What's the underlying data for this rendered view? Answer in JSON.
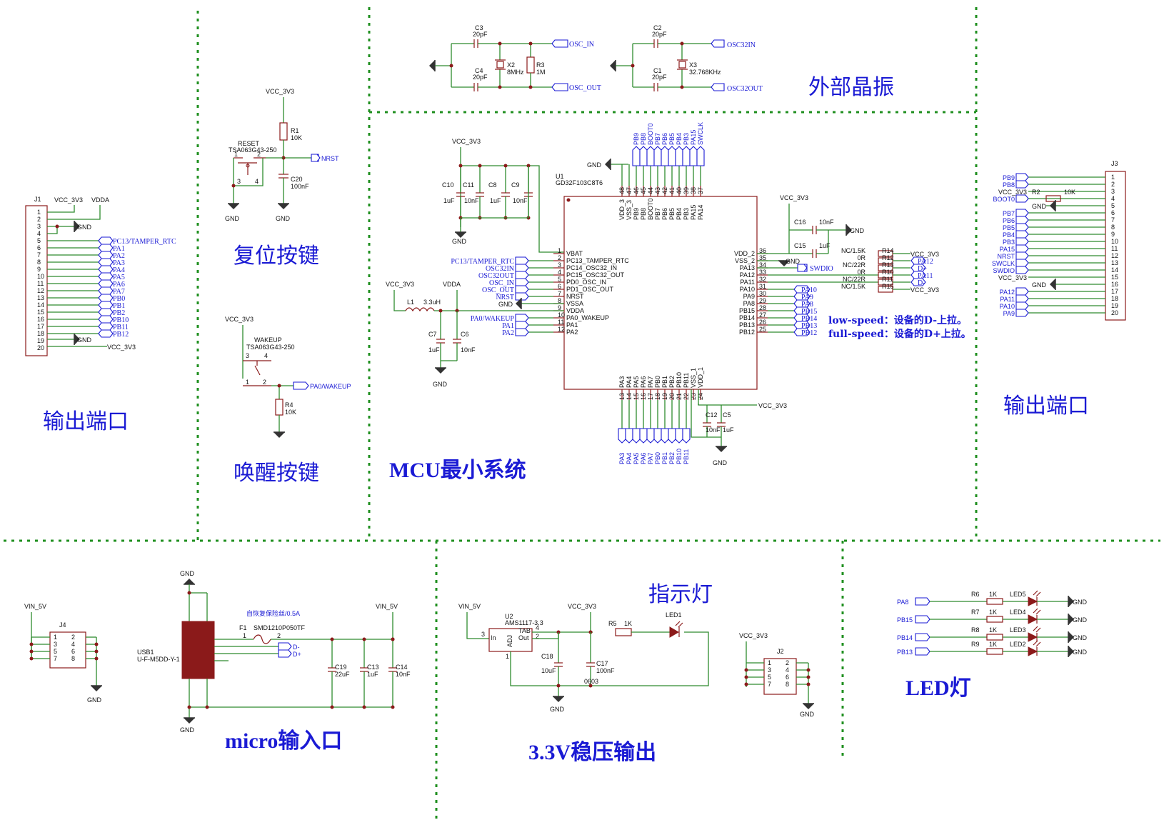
{
  "sections": {
    "out_left": "输出端口",
    "reset": "复位按键",
    "wake": "唤醒按键",
    "mcu": "MCU最小系统",
    "xtal": "外部晶振",
    "out_right": "输出端口",
    "micro": "micro输入口",
    "reg": "3.3V稳压输出",
    "indicator": "指示灯",
    "led": "LED灯"
  },
  "j1": {
    "ref": "J1",
    "vcc": "VCC_3V3",
    "vdda": "VDDA",
    "gnd1": "GND",
    "gnd2": "GND",
    "vcc20": "VCC_3V3",
    "pins": [
      "1",
      "2",
      "3",
      "4",
      "5",
      "6",
      "7",
      "8",
      "9",
      "10",
      "11",
      "12",
      "13",
      "14",
      "15",
      "16",
      "17",
      "18",
      "19",
      "20"
    ],
    "nets": [
      "PC13/TAMPER_RTC",
      "PA1",
      "PA2",
      "PA3",
      "PA4",
      "PA5",
      "PA6",
      "PA7",
      "PB0",
      "PB1",
      "PB2",
      "PB10",
      "PB11",
      "PB12"
    ]
  },
  "reset": {
    "vcc": "VCC_3V3",
    "r1": "R1",
    "r1v": "10K",
    "sw": "RESET",
    "swpart": "TSA063G43-250",
    "p1": "1",
    "p2": "2",
    "p3": "3",
    "p4": "4",
    "nrst": "NRST",
    "c20": "C20",
    "c20v": "100nF",
    "gnd1": "GND",
    "gnd2": "GND"
  },
  "wake": {
    "vcc": "VCC_3V3",
    "sw": "WAKEUP",
    "swpart": "TSA063G43-250",
    "p1": "1",
    "p2": "2",
    "p3": "3",
    "p4": "4",
    "net": "PA0/WAKEUP",
    "r4": "R4",
    "r4v": "10K"
  },
  "xtal": {
    "c3": "C3",
    "c3v": "20pF",
    "c4": "C4",
    "c4v": "20pF",
    "x2": "X2",
    "x2v": "8MHz",
    "r3": "R3",
    "r3v": "1M",
    "osc_in": "OSC_IN",
    "osc_out": "OSC_OUT",
    "c2": "C2",
    "c2v": "20pF",
    "c1": "C1",
    "c1v": "20pF",
    "x3": "X3",
    "x3v": "32.768KHz",
    "osc32_in": "OSC32IN",
    "osc32_out": "OSC32OUT"
  },
  "mcu": {
    "vcc": "VCC_3V3",
    "caps": [
      {
        "ref": "C10",
        "val": "1uF"
      },
      {
        "ref": "C11",
        "val": "10nF"
      },
      {
        "ref": "C8",
        "val": "1uF"
      },
      {
        "ref": "C9",
        "val": "10nF"
      }
    ],
    "gnd_top": "GND",
    "gnd_caps": "GND",
    "u1": "U1",
    "u1part": "GD32F103C8T6",
    "left_pins": [
      {
        "num": "1",
        "name": "VBAT"
      },
      {
        "num": "2",
        "name": "PC13_TAMPER_RTC"
      },
      {
        "num": "3",
        "name": "PC14_OSC32_IN"
      },
      {
        "num": "4",
        "name": "PC15_OSC32_OUT"
      },
      {
        "num": "5",
        "name": "PD0_OSC_IN"
      },
      {
        "num": "6",
        "name": "PD1_OSC_OUT"
      },
      {
        "num": "7",
        "name": "NRST"
      },
      {
        "num": "8",
        "name": "VSSA"
      },
      {
        "num": "9",
        "name": "VDDA"
      },
      {
        "num": "10",
        "name": "PA0_WAKEUP"
      },
      {
        "num": "11",
        "name": "PA1"
      },
      {
        "num": "12",
        "name": "PA2"
      }
    ],
    "left_nets": [
      "PC13/TAMPER_RTC",
      "OSC32IN",
      "OSC32OUT",
      "OSC_IN",
      "OSC_OUT",
      "NRST"
    ],
    "left_gnd": "GND",
    "left_nets2": [
      "PA0/WAKEUP",
      "PA1",
      "PA2"
    ],
    "right_pins": [
      {
        "num": "36",
        "name": "VDD_2"
      },
      {
        "num": "35",
        "name": "VSS_2"
      },
      {
        "num": "34",
        "name": "PA13"
      },
      {
        "num": "33",
        "name": "PA12"
      },
      {
        "num": "32",
        "name": "PA11"
      },
      {
        "num": "31",
        "name": "PA10"
      },
      {
        "num": "30",
        "name": "PA9"
      },
      {
        "num": "29",
        "name": "PA8"
      },
      {
        "num": "28",
        "name": "PB15"
      },
      {
        "num": "27",
        "name": "PB14"
      },
      {
        "num": "26",
        "name": "PB13"
      },
      {
        "num": "25",
        "name": "PB12"
      }
    ],
    "right_nets": [
      "PA10",
      "PA9",
      "PA8",
      "PB15",
      "PB14",
      "PB13",
      "PB12"
    ],
    "top_pins": [
      {
        "num": "48",
        "name": "VDD_3"
      },
      {
        "num": "47",
        "name": "VSS_3"
      },
      {
        "num": "46",
        "name": "PB9"
      },
      {
        "num": "45",
        "name": "PB8"
      },
      {
        "num": "44",
        "name": "BOOT0"
      },
      {
        "num": "43",
        "name": "PB7"
      },
      {
        "num": "42",
        "name": "PB6"
      },
      {
        "num": "41",
        "name": "PB5"
      },
      {
        "num": "40",
        "name": "PB4"
      },
      {
        "num": "39",
        "name": "PB3"
      },
      {
        "num": "38",
        "name": "PA15"
      },
      {
        "num": "37",
        "name": "PA14"
      }
    ],
    "top_nets": [
      "PB9",
      "PB8",
      "BOOT0",
      "PB7",
      "PB6",
      "PB5",
      "PB4",
      "PB3",
      "PA15",
      "SWCLK"
    ],
    "bottom_pins": [
      {
        "num": "13",
        "name": "PA3"
      },
      {
        "num": "14",
        "name": "PA4"
      },
      {
        "num": "15",
        "name": "PA5"
      },
      {
        "num": "16",
        "name": "PA6"
      },
      {
        "num": "17",
        "name": "PA7"
      },
      {
        "num": "18",
        "name": "PB0"
      },
      {
        "num": "19",
        "name": "PB1"
      },
      {
        "num": "20",
        "name": "PB2"
      },
      {
        "num": "21",
        "name": "PB10"
      },
      {
        "num": "22",
        "name": "PB11"
      },
      {
        "num": "23",
        "name": "VSS_1"
      },
      {
        "num": "24",
        "name": "VDD_1"
      }
    ],
    "bottom_nets": [
      "PA3",
      "PA4",
      "PA5",
      "PA6",
      "PA7",
      "PB0",
      "PB1",
      "PB2",
      "PB10",
      "PB11"
    ],
    "vdda_vcc": "VCC_3V3",
    "vdda": "VDDA",
    "l1": "L1",
    "l1v": "3.3uH",
    "c7": "C7",
    "c7v": "1uF",
    "c6": "C6",
    "c6v": "10nF",
    "gnd_vdda": "GND",
    "c12": "C12",
    "c12v": "10nF",
    "c5": "C5",
    "c5v": "1uF",
    "vcc_bot": "VCC_3V3",
    "gnd_bot": "GND",
    "vcc_right": "VCC_3V3",
    "c16": "C16",
    "c16v": "10nF",
    "c15": "C15",
    "c15v": "1uF",
    "gnd_r1": "GND",
    "gnd_r2": "GND",
    "swdio": "SWDIO",
    "usb_rows": [
      {
        "opt": "NC/1.5K",
        "ref": "R14",
        "net": "VCC_3V3"
      },
      {
        "opt": "0R",
        "ref": "R12",
        "net": "PA12"
      },
      {
        "opt": "NC/22R",
        "ref": "R13",
        "net": "D+"
      },
      {
        "opt": "0R",
        "ref": "R10",
        "net": "PA11"
      },
      {
        "opt": "NC/22R",
        "ref": "R11",
        "net": "D-"
      },
      {
        "opt": "NC/1.5K",
        "ref": "R15",
        "net": "VCC_3V3"
      }
    ],
    "note1": "low-speed：设备的D-上拉。",
    "note2": "full-speed：设备的D+上拉。"
  },
  "j3": {
    "ref": "J3",
    "pins": [
      "1",
      "2",
      "3",
      "4",
      "5",
      "6",
      "7",
      "8",
      "9",
      "10",
      "11",
      "12",
      "13",
      "14",
      "15",
      "16",
      "17",
      "18",
      "19",
      "20"
    ],
    "nets_top": [
      "PB9",
      "PB8",
      "VCC_3V3",
      "BOOT0"
    ],
    "r2": "R2",
    "r2v": "10K",
    "gnd1": "GND",
    "nets_mid": [
      "PB7",
      "PB6",
      "PB5",
      "PB4",
      "PB3",
      "PA15",
      "NRST",
      "SWCLK",
      "SWDIO",
      "VCC_3V3"
    ],
    "gnd2": "GND",
    "nets_bot": [
      "PA12",
      "PA11",
      "PA10",
      "PA9"
    ]
  },
  "usb": {
    "vin": "VIN_5V",
    "j4": "J4",
    "j4pins": [
      "1",
      "2",
      "3",
      "4",
      "5",
      "6",
      "7",
      "8"
    ],
    "j4gnd": "GND",
    "gnd_top": "GND",
    "gnd_bot": "GND",
    "usb1": "USB1",
    "usb1part": "U-F-M5DD-Y-1",
    "fuse_note": "自恢复保险丝/0.5A",
    "f1": "F1",
    "f1part": "SMD1210P050TF",
    "fp1": "1",
    "fp2": "2",
    "dm": "D-",
    "dp": "D+",
    "vin2": "VIN_5V",
    "c19": "C19",
    "c19v": "22uF",
    "c13": "C13",
    "c13v": "1uF",
    "c14": "C14",
    "c14v": "10nF"
  },
  "reg": {
    "vin": "VIN_5V",
    "u2": "U2",
    "u2part": "AMS1117-3.3",
    "in": "In",
    "out": "Out",
    "tab": "TAB",
    "adj": "ADJ",
    "p3": "3",
    "p4": "4",
    "p2": "2",
    "p1": "1",
    "vcc": "VCC_3V3",
    "c18": "C18",
    "c18v": "10uF",
    "c17": "C17",
    "c17v": "100nF",
    "pkg": "0603",
    "r5": "R5",
    "r5v": "1K",
    "led1": "LED1",
    "gnd": "GND"
  },
  "j2": {
    "vcc": "VCC_3V3",
    "ref": "J2",
    "pins": [
      "1",
      "2",
      "3",
      "4",
      "5",
      "6",
      "7",
      "8"
    ],
    "gnd": "GND"
  },
  "leds": [
    {
      "net": "PA8",
      "r": "R6",
      "rv": "1K",
      "led": "LED5",
      "gnd": "GND"
    },
    {
      "net": "PB15",
      "r": "R7",
      "rv": "1K",
      "led": "LED4",
      "gnd": "GND"
    },
    {
      "net": "PB14",
      "r": "R8",
      "rv": "1K",
      "led": "LED3",
      "gnd": "GND"
    },
    {
      "net": "PB13",
      "r": "R9",
      "rv": "1K",
      "led": "LED2",
      "gnd": "GND"
    }
  ]
}
